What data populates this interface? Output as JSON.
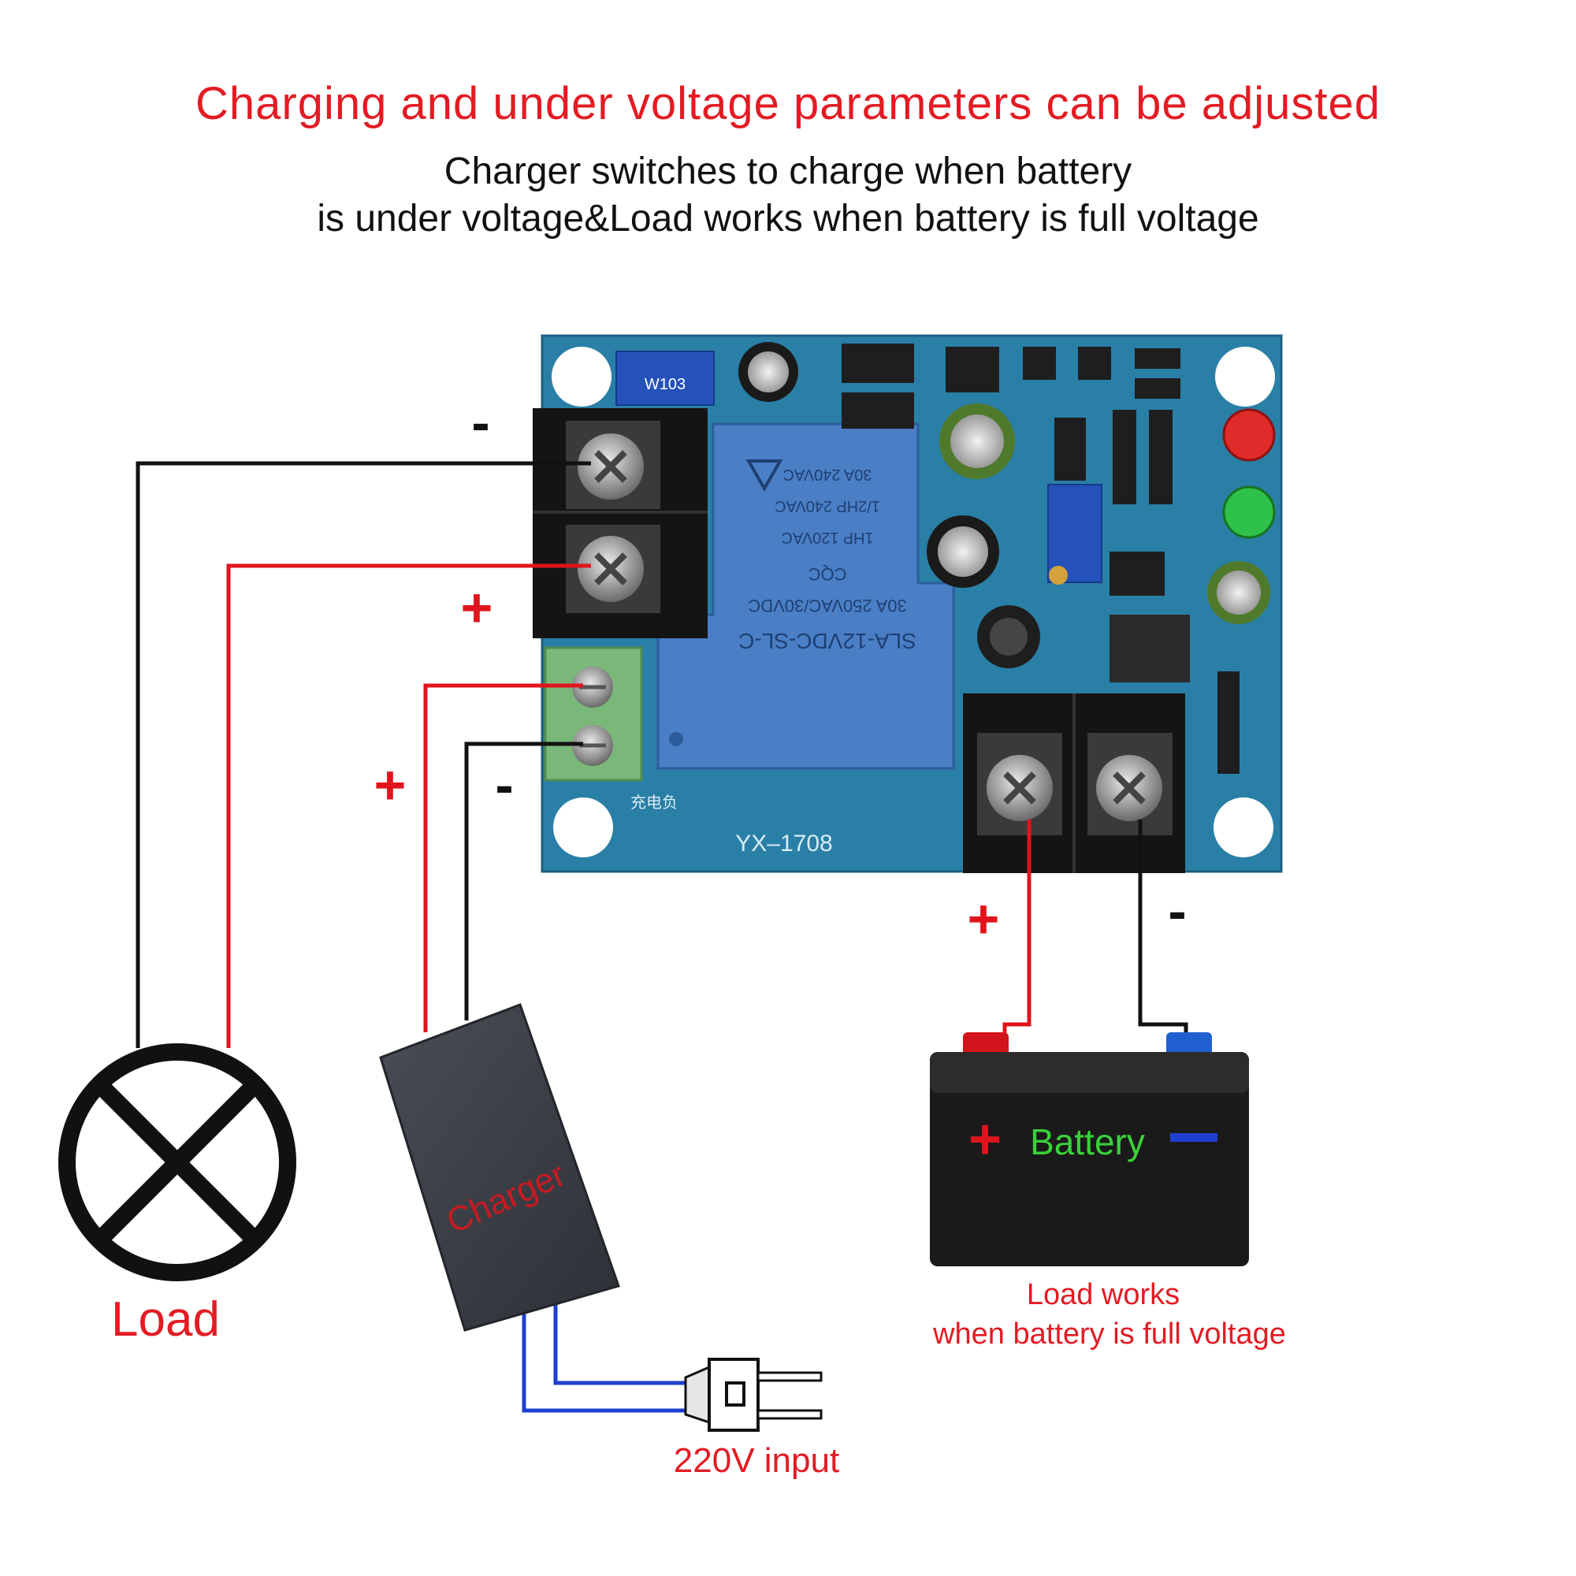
{
  "header": {
    "title": "Charging and under voltage parameters can be adjusted",
    "subtitle_line1": "Charger switches to charge when battery",
    "subtitle_line2": "is under voltage&Load works when battery is full voltage"
  },
  "board": {
    "model": "YX–1708",
    "relay_lines": [
      "SLA-12VDC-SL-C",
      "30A 250VAC/30VDC",
      "CQC",
      "1HP 120VAC",
      "1/2HP 240VAC",
      "30A 240VAC"
    ],
    "pot_label": "W103",
    "charge_terminal_label": "充电负"
  },
  "terminals": {
    "minus": "-",
    "plus": "+"
  },
  "components": {
    "load_label": "Load",
    "charger_label": "Charger",
    "battery_label": "Battery",
    "input_label": "220V input",
    "battery_note_line1": "Load works",
    "battery_note_line2": "when battery is full voltage"
  },
  "colors": {
    "title": "#e31b23",
    "wire_red": "#e0141c",
    "wire_black": "#111111",
    "wire_blue": "#1f3fd0",
    "pcb": "#2a7fa6",
    "relay": "#4a7fc6",
    "battery_label": "#39d23a",
    "label_red": "#e31b23"
  }
}
